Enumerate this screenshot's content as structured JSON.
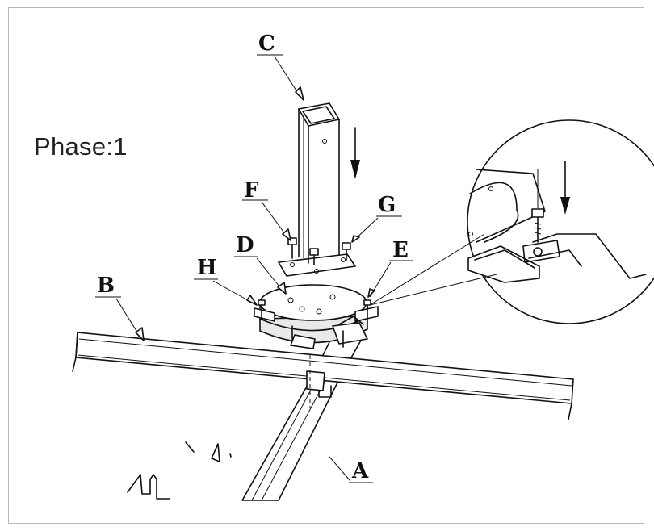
{
  "phase_label": "Phase:1",
  "part_labels": {
    "A": "A",
    "B": "B",
    "C": "C",
    "D": "D",
    "E": "E",
    "F": "F",
    "G": "G",
    "H": "H"
  },
  "colors": {
    "line": "#111111",
    "frame": "#b9b9b9",
    "background": "#ffffff"
  },
  "icons": [
    "down-arrow-icon",
    "down-arrow-icon"
  ]
}
